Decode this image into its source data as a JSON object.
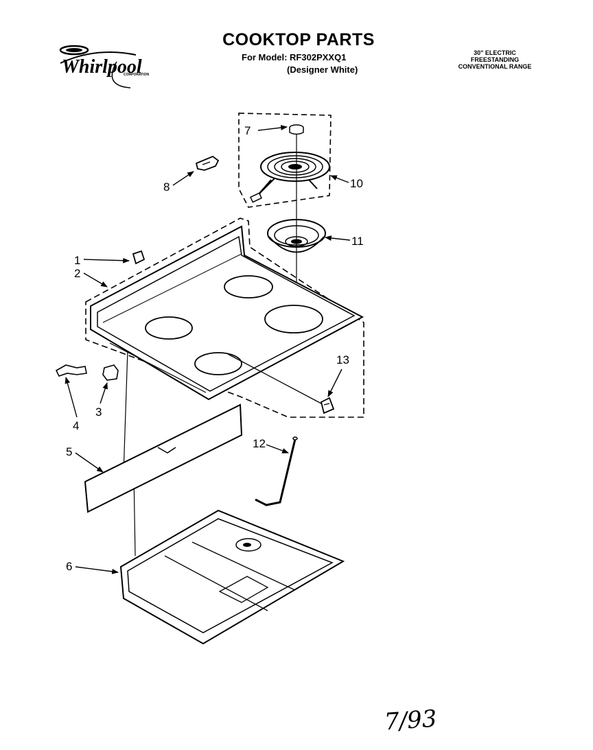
{
  "brand": {
    "name": "Whirlpool",
    "subtitle": "CORPORATION"
  },
  "header": {
    "title": "COOKTOP PARTS",
    "model_line": "For Model: RF302PXXQ1",
    "finish_line": "(Designer White)"
  },
  "spec": {
    "line1": "30\" ELECTRIC",
    "line2": "FREESTANDING",
    "line3": "CONVENTIONAL RANGE"
  },
  "callouts": [
    "7",
    "8",
    "10",
    "11",
    "1",
    "2",
    "13",
    "4",
    "3",
    "5",
    "12",
    "6"
  ],
  "footer": {
    "date": "7/93"
  }
}
